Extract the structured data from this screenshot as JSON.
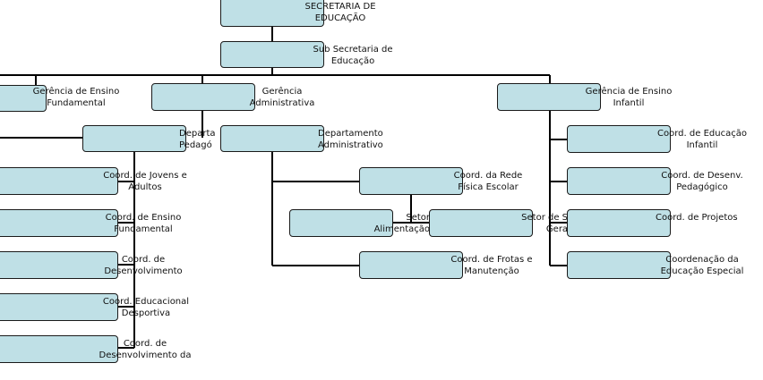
{
  "org": {
    "secretaria": "SECRETARIA DE\nEDUCAÇÃO",
    "sub_secretaria": "Sub Secretaria de\nEducação",
    "gerencia_fundamental": "Gerência de Ensino\nFundamental",
    "gerencia_administrativa": "Gerência\nAdministrativa",
    "gerencia_infantil": "Gerência de Ensino\nInfantil",
    "depto_pedagogico": "Departa\nPedagó",
    "depto_administrativo": "Departamento\nAdministrativo",
    "coord_jovens_adultos": "Coord. de Jovens e\nAdultos",
    "coord_ensino_fundamental": "Coord. de Ensino\nFundamental",
    "coord_desenvolvimento": "Coord. de\nDesenvolvimento",
    "coord_educacional_desportiva": "Coord. Educacional\nDesportiva",
    "coord_desenvolvimento_da": "Coord. de\nDesenvolvimento da",
    "coord_rede_fisica": "Coord. da Rede\nFísica Escolar",
    "setor_alimentacao": "Setor\nAlimentação",
    "setor_servicos_gerais": "Setor de Serviços\nGerais",
    "coord_frotas": "Coord. de Frotas e\nManutenção",
    "coord_educacao_infantil": "Coord. de Educação\nInfantil",
    "coord_desenv_pedagogico": "Coord. de Desenv.\nPedagógico",
    "coord_projetos": "Coord. de Projetos",
    "coordenacao_educacao_especial": "Coordenação da\nEducação Especial"
  },
  "colors": {
    "box_fill": "#bfe0e6",
    "line": "#000000"
  }
}
